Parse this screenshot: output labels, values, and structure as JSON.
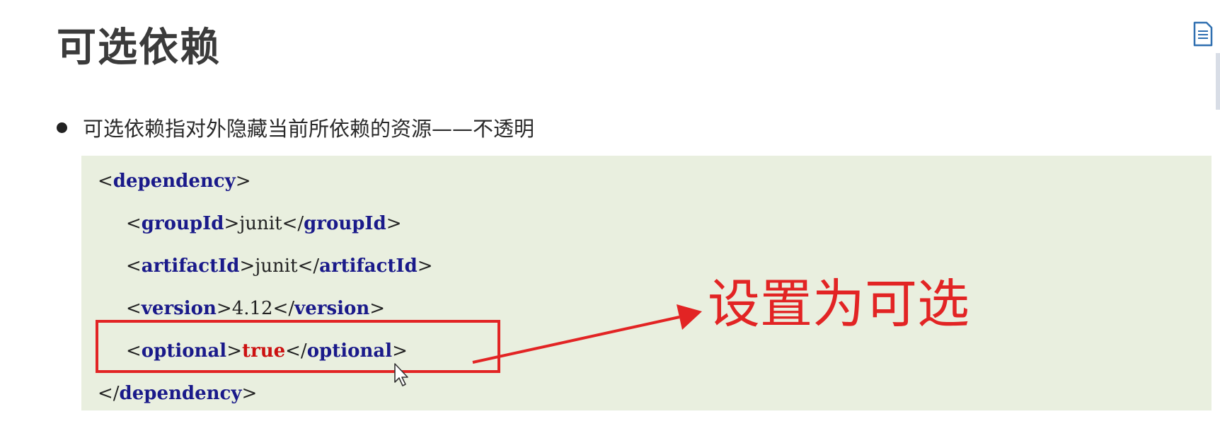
{
  "title": "可选依赖",
  "bullet": "可选依赖指对外隐藏当前所依赖的资源——不透明",
  "code": {
    "dependency_tag": "dependency",
    "groupId_tag": "groupId",
    "groupId_value": "junit",
    "artifactId_tag": "artifactId",
    "artifactId_value": "junit",
    "version_tag": "version",
    "version_value": "4.12",
    "optional_tag": "optional",
    "optional_value": "true"
  },
  "annotation": "设置为可选",
  "colors": {
    "annotation": "#e22424",
    "code_background": "#e9efdf",
    "tag": "#1a1a8a",
    "bool_value": "#cc1111"
  },
  "icons": [
    "document-icon",
    "mouse-cursor-icon",
    "arrow-icon"
  ]
}
